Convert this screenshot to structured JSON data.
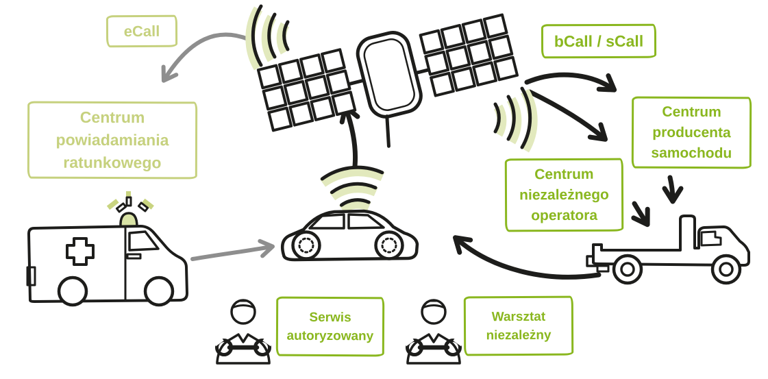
{
  "diagram": {
    "nodes": {
      "ecall": {
        "label": "eCall"
      },
      "emergency_center": {
        "label": "Centrum powiadamiania ratunkowego"
      },
      "bcall_scall": {
        "label": "bCall / sCall"
      },
      "manufacturer_center": {
        "label": "Centrum producenta samochodu"
      },
      "independent_operator_center": {
        "label": "Centrum niezależnego operatora"
      },
      "authorized_service": {
        "label": "Serwis autoryzowany"
      },
      "independent_workshop": {
        "label": "Warsztat niezależny"
      }
    },
    "colors": {
      "pale_green": "#c6d17e",
      "bright_green": "#8ab71f",
      "glow_green": "#e2e9bd",
      "sketch_black": "#1d1d1b",
      "arrow_gray": "#8e8e8e",
      "background": "#ffffff"
    },
    "icons": [
      "satellite-icon",
      "signal-left-icon",
      "signal-right-icon",
      "car-signal-icon",
      "ambulance-icon",
      "beacon-icon",
      "car-icon",
      "tow-truck-icon",
      "mechanic-authorized-icon",
      "mechanic-independent-icon"
    ]
  }
}
